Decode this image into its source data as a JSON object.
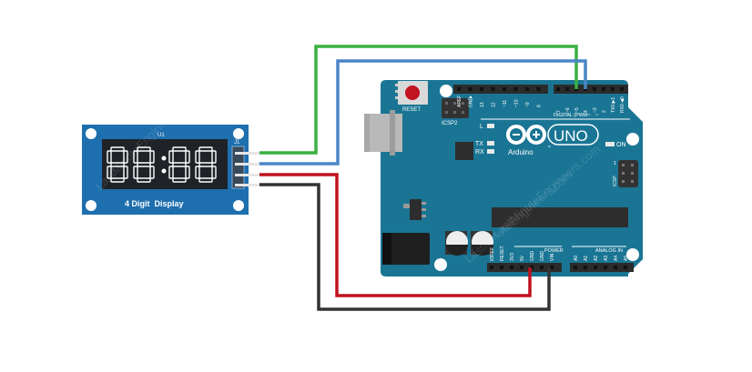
{
  "display_module": {
    "ref_label": "U1",
    "header_label": "J1",
    "caption": "4 Digit  Display",
    "digits": "88:88",
    "board_color": "#1e6fae",
    "lcd_color": "#1f2327"
  },
  "arduino": {
    "reset_label": "RESET",
    "icsp2_label": "ICSP2",
    "icsp_label": "ICSP",
    "icsp_pin1": "1",
    "digital_label": "DIGITAL (PWM~",
    "digital_tilde": "~",
    "digital_pins_left": [
      "AREF",
      "GND",
      "13",
      "12",
      "~11",
      "~10",
      "~9",
      "8"
    ],
    "digital_pins_right": [
      "7",
      "~6",
      "~5",
      "4",
      "~3",
      "2",
      "TX0 ▶1",
      "RX0 ◀0"
    ],
    "led_l": "L",
    "led_tx": "TX",
    "led_rx": "RX",
    "led_on": "ON",
    "brand": "Arduino",
    "tm": "™",
    "model": "UNO",
    "power_label": "POWER",
    "power_pins": [
      "IOREF",
      "RESET",
      "3V3",
      "5V",
      "GND",
      "GND",
      "VIN"
    ],
    "analog_label": "ANALOG IN",
    "analog_pins": [
      "A0",
      "A1",
      "A2",
      "A3",
      "A4",
      "A5"
    ],
    "board_color": "#1a7594"
  },
  "wires": [
    {
      "name": "clk-wire",
      "color": "#3cb043",
      "from": "J1 pin 1 (CLK)",
      "to": "Digital 5"
    },
    {
      "name": "dio-wire",
      "color": "#4a86c8",
      "from": "J1 pin 2 (DIO)",
      "to": "Digital 4"
    },
    {
      "name": "vcc-wire",
      "color": "#c1121f",
      "from": "J1 pin 3 (VCC)",
      "to": "5V"
    },
    {
      "name": "gnd-wire",
      "color": "#333333",
      "from": "J1 pin 4 (GND)",
      "to": "GND"
    }
  ],
  "watermark": "LastMinuteEngineers.com"
}
